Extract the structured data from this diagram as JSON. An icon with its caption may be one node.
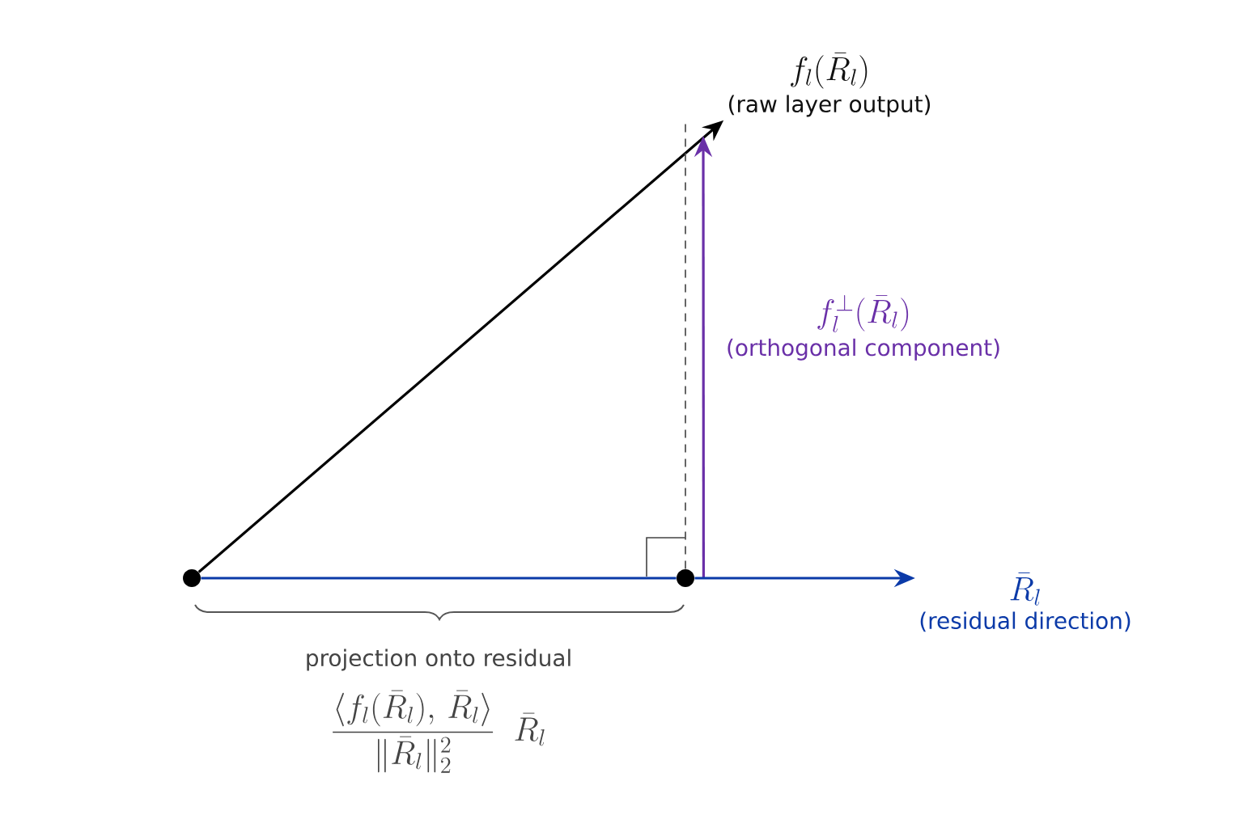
{
  "diagram": {
    "nodes": [
      {
        "text": [],
        "shape": "circle"
      },
      {
        "text": [],
        "shape": "circle"
      },
      {
        "text": [
          "f_l(\\bar{R}_l)",
          "(raw layer output)"
        ]
      },
      {
        "text": [
          "f_l^{\\perp}(\\bar{R}_l)",
          "(orthogonal component)"
        ]
      },
      {
        "text": [
          "\\bar{R}_l",
          "(residual direction)"
        ]
      }
    ],
    "edges": [
      {
        "from": 0,
        "to": 2,
        "arrow": "to",
        "color": "#000000"
      },
      {
        "from": 1,
        "to": null,
        "arrow": "to",
        "color": "#6a30a8"
      },
      {
        "from": 0,
        "to": 1,
        "arrow": "none",
        "color": "#0b3aa8"
      },
      {
        "from": 1,
        "to": null,
        "arrow": "none",
        "style": "dashed",
        "color": "#555555"
      },
      {
        "from": 1,
        "to": 4,
        "arrow": "to",
        "color": "#0b3aa8"
      }
    ],
    "labels": [
      "projection onto residual",
      "\\frac{\\langle f_l(\\bar{R}_l),\\, \\bar{R}_l\\rangle}{\\|\\bar{R}_l\\|_2^2}\\;\\; \\bar{R}_l"
    ]
  }
}
